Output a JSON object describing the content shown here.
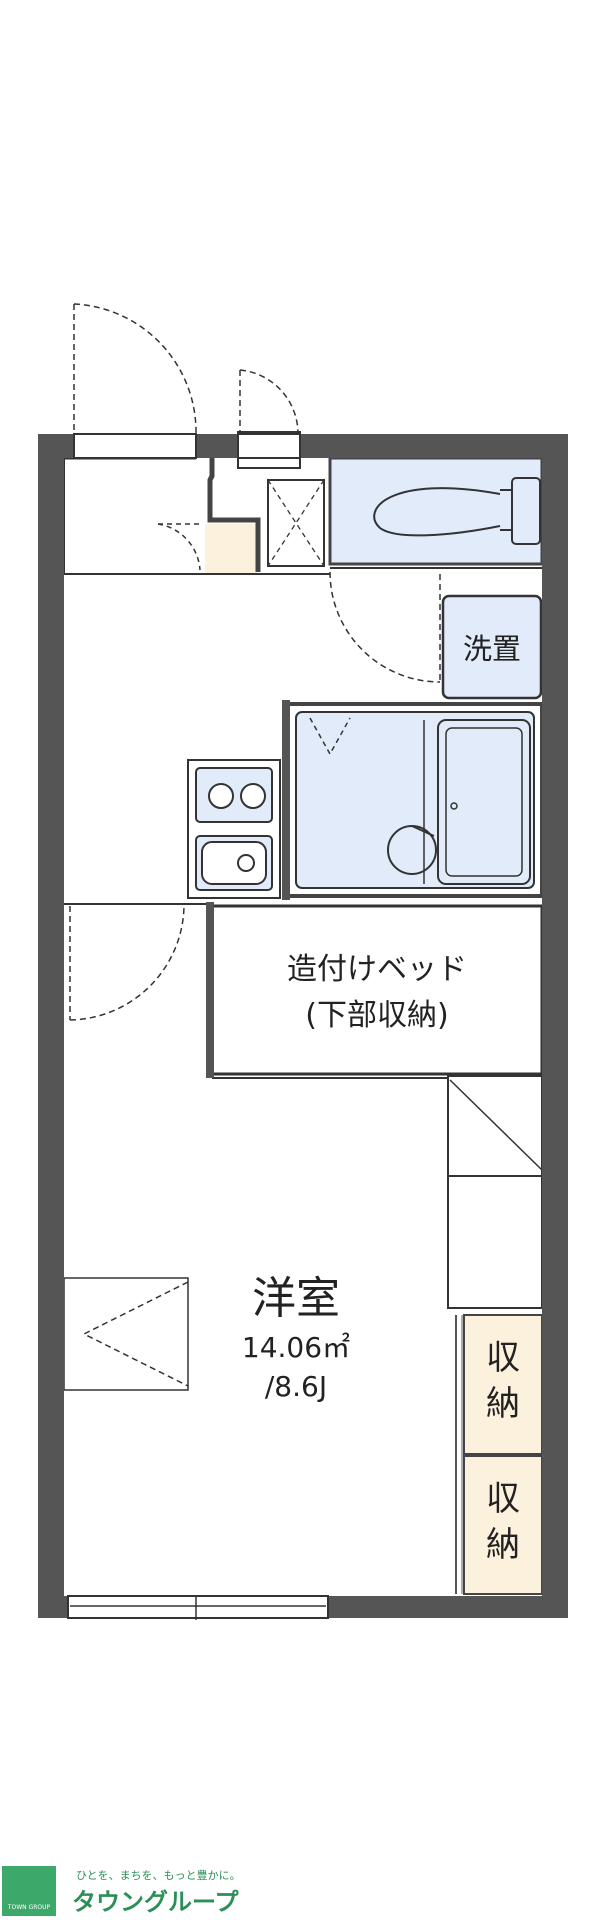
{
  "rooms": {
    "senchi": "洗置",
    "bed_line1": "造付けベッド",
    "bed_line2": "(下部収納)",
    "main_name": "洋室",
    "main_area": "14.06㎡",
    "main_tatami": "/8.6J",
    "storage_1": "収納",
    "storage_2": "収納"
  },
  "branding": {
    "tagline": "ひとを、まちを、もっと豊かに。",
    "company": "タウングループ",
    "logo_caption": "TOWN GROUP"
  },
  "colors": {
    "wall": "#555555",
    "wet_area": "#e2ebfa",
    "storage": "#fcf1dc",
    "brand_green": "#3ca86a"
  }
}
